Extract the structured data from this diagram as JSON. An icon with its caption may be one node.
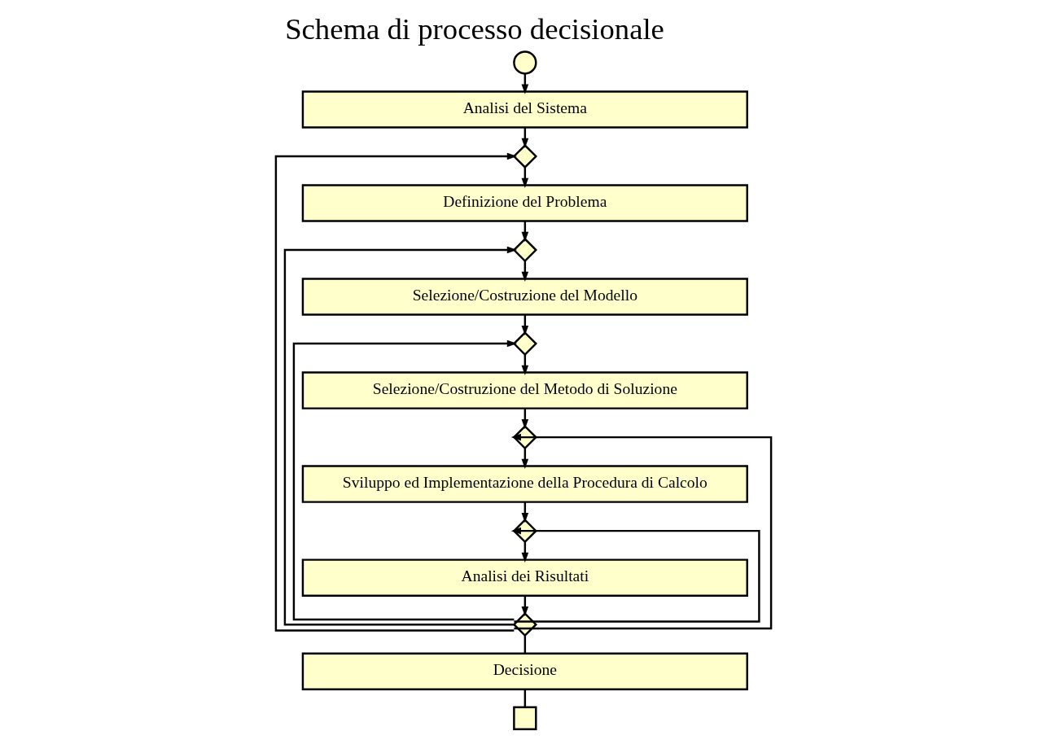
{
  "diagram": {
    "title": "Schema di processo decisionale",
    "nodes": [
      {
        "text": [],
        "shape": "circle"
      },
      {
        "text": [
          "Analisi del Sistema"
        ]
      },
      {
        "text": [],
        "shape": "diamond"
      },
      {
        "text": [
          "Definizione del Problema"
        ]
      },
      {
        "text": [],
        "shape": "diamond"
      },
      {
        "text": [
          "Selezione/Costruzione del Modello"
        ]
      },
      {
        "text": [],
        "shape": "diamond"
      },
      {
        "text": [
          "Selezione/Costruzione del Metodo di Soluzione"
        ]
      },
      {
        "text": [],
        "shape": "diamond"
      },
      {
        "text": [
          "Sviluppo ed Implementazione della Procedura di Calcolo"
        ]
      },
      {
        "text": [],
        "shape": "diamond"
      },
      {
        "text": [
          "Analisi dei Risultati"
        ]
      },
      {
        "text": [],
        "shape": "diamond"
      },
      {
        "text": [
          "Decisione"
        ]
      },
      {
        "text": [],
        "shape": "box"
      }
    ],
    "edges": [
      {
        "from": 0,
        "to": 1,
        "arrow": "to"
      },
      {
        "from": 1,
        "to": 2,
        "arrow": "to"
      },
      {
        "from": 2,
        "to": 3,
        "arrow": "to"
      },
      {
        "from": 3,
        "to": 4,
        "arrow": "to"
      },
      {
        "from": 4,
        "to": 5,
        "arrow": "to"
      },
      {
        "from": 5,
        "to": 6,
        "arrow": "to"
      },
      {
        "from": 6,
        "to": 7,
        "arrow": "to"
      },
      {
        "from": 7,
        "to": 8,
        "arrow": "to"
      },
      {
        "from": 8,
        "to": 9,
        "arrow": "to"
      },
      {
        "from": 9,
        "to": 10,
        "arrow": "to"
      },
      {
        "from": 10,
        "to": 11,
        "arrow": "to"
      },
      {
        "from": 11,
        "to": 12,
        "arrow": "to"
      },
      {
        "from": 12,
        "to": 13,
        "arrow": "none"
      },
      {
        "from": 13,
        "to": 14,
        "arrow": "none"
      },
      {
        "from": 12,
        "to": 10,
        "arrow": "to"
      },
      {
        "from": 12,
        "to": 8,
        "arrow": "to"
      },
      {
        "from": 12,
        "to": 6,
        "arrow": "to"
      },
      {
        "from": 12,
        "to": 4,
        "arrow": "to"
      },
      {
        "from": 12,
        "to": 2,
        "arrow": "to"
      }
    ]
  }
}
